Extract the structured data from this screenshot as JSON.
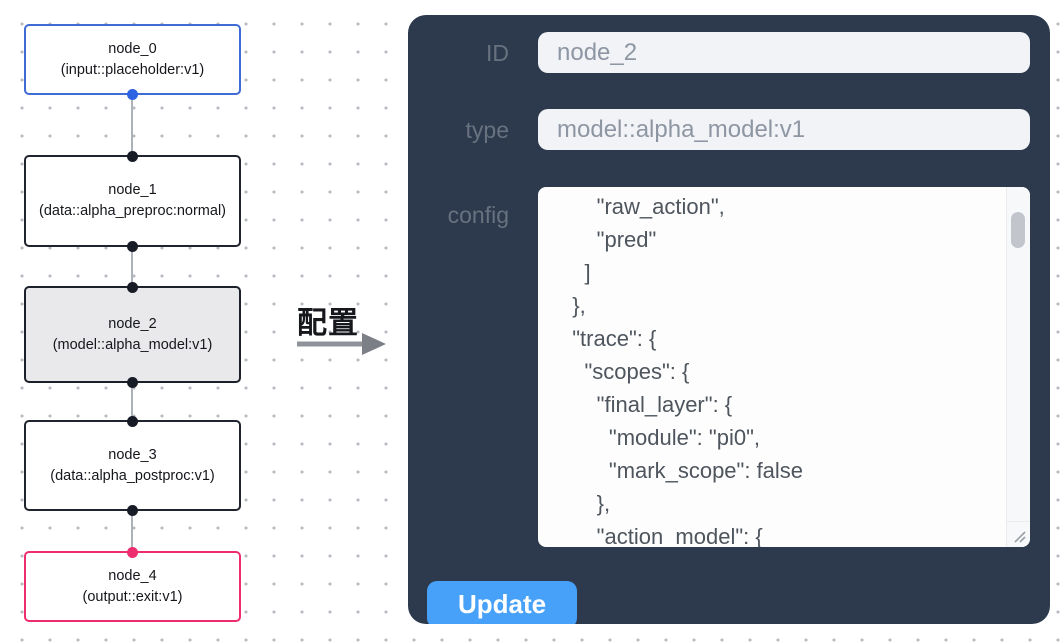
{
  "canvas": {
    "nodes": [
      {
        "id": "node_0",
        "type_label": "(input::placeholder:v1)",
        "variant": "input"
      },
      {
        "id": "node_1",
        "type_label": "(data::alpha_preproc:normal)",
        "variant": "default"
      },
      {
        "id": "node_2",
        "type_label": "(model::alpha_model:v1)",
        "variant": "selected"
      },
      {
        "id": "node_3",
        "type_label": "(data::alpha_postproc:v1)",
        "variant": "default"
      },
      {
        "id": "node_4",
        "type_label": "(output::exit:v1)",
        "variant": "output"
      }
    ]
  },
  "annotation": {
    "label": "配置"
  },
  "panel": {
    "fields": [
      {
        "label": "ID",
        "value": "node_2"
      },
      {
        "label": "type",
        "value": "model::alpha_model:v1"
      }
    ],
    "config_label": "config",
    "config_text": "      \"raw_action\",\n      \"pred\"\n    ]\n  },\n  \"trace\": {\n    \"scopes\": {\n      \"final_layer\": {\n        \"module\": \"pi0\",\n        \"mark_scope\": false\n      },\n      \"action_model\": {",
    "update_label": "Update"
  },
  "colors": {
    "panel_bg": "#2d3a4d",
    "button_blue": "#47a1f8",
    "node_input_border": "#3e6bd5",
    "node_default_border": "#20242e",
    "node_selected_bg": "#e9e9eb",
    "node_output_border": "#ee2d71",
    "handle_dark": "#171b26",
    "handle_blue": "#2d63e2",
    "handle_pink": "#ee2d71"
  }
}
